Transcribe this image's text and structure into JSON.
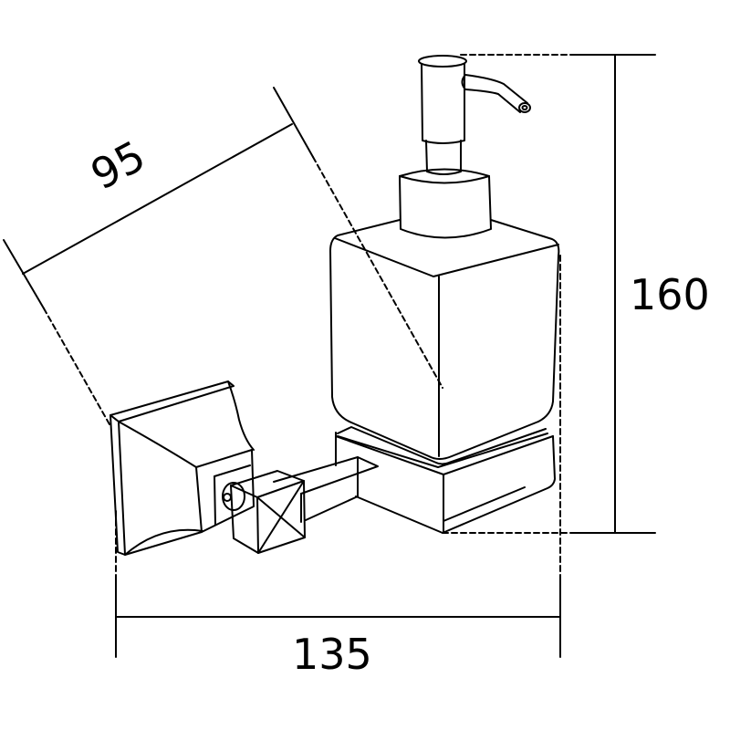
{
  "diagram": {
    "subject": "wall-mounted soap dispenser",
    "line_color": "#000000",
    "background": "#ffffff",
    "dimensions": {
      "depth": {
        "label": "95",
        "orientation": "angled"
      },
      "height": {
        "label": "160",
        "orientation": "vertical"
      },
      "width": {
        "label": "135",
        "orientation": "horizontal"
      }
    },
    "parts": [
      "pump-head",
      "spout",
      "pump-collar",
      "square-bottle",
      "holder-cup",
      "support-arm",
      "square-knob",
      "wall-plate"
    ]
  }
}
